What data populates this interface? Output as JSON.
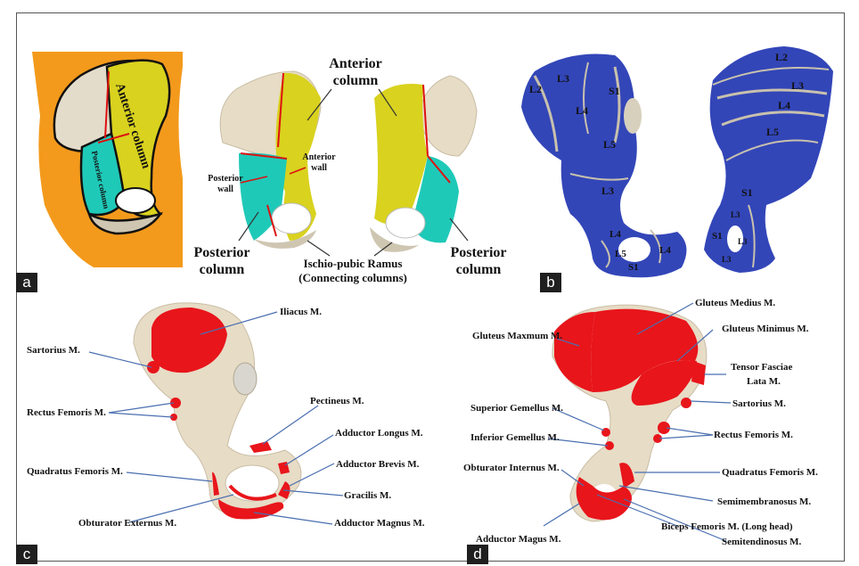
{
  "panels": {
    "a": {
      "tag": "a",
      "anterior_column": "Anterior column",
      "anterior_column_line1": "Anterior",
      "anterior_column_line2": "column",
      "posterior_column_small": "Posterior column",
      "posterior_wall": "Posterior",
      "posterior_wall2": "wall",
      "anterior_wall": "Anterior",
      "anterior_wall2": "wall",
      "posterior_column_left_1": "Posterior",
      "posterior_column_left_2": "column",
      "posterior_column_right_1": "Posterior",
      "posterior_column_right_2": "column",
      "ramus_1": "Ischio-pubic Ramus",
      "ramus_2": "(Connecting columns)"
    },
    "b": {
      "tag": "b",
      "left": [
        "L2",
        "L3",
        "S1",
        "L4",
        "L5",
        "L3",
        "L4",
        "L5",
        "L4",
        "S1"
      ],
      "right": [
        "L2",
        "L3",
        "L4",
        "L5",
        "S1",
        "L3",
        "S1",
        "L3",
        "L3"
      ]
    },
    "c": {
      "tag": "c",
      "iliacus": "Iliacus M.",
      "sartorius": "Sartorius M.",
      "rectus_femoris": "Rectus Femoris M.",
      "pectineus": "Pectineus M.",
      "adductor_longus": "Adductor Longus M.",
      "adductor_brevis": "Adductor Brevis M.",
      "quadratus_femoris": "Quadratus Femoris M.",
      "gracilis": "Gracilis M.",
      "obturator_externus": "Obturator Externus M.",
      "adductor_magnus": "Adductor Magnus M."
    },
    "d": {
      "tag": "d",
      "gluteus_medius": "Gluteus Medius M.",
      "gluteus_maximus": "Gluteus Maxmum M.",
      "gluteus_minimus": "Gluteus Minimus M.",
      "tensor_1": "Tensor Fasciae",
      "tensor_2": "Lata M.",
      "sartorius": "Sartorius M.",
      "superior_gemellus": "Superior Gemellus M.",
      "inferior_gemellus": "Inferior Gemellus M.",
      "rectus_femoris": "Rectus Femoris M.",
      "obturator_internus": "Obturator Internus M.",
      "quadratus_femoris": "Quadratus Femoris M.",
      "semimembranosus": "Semimembranosus  M.",
      "biceps_femoris": "Biceps Femoris M. (Long head)",
      "adductor_magus": "Adductor Magus M.",
      "semitendinosus": "Semitendinosus  M."
    }
  },
  "colors": {
    "bone": "#e7dcc6",
    "bone_shade": "#c9bda4",
    "anterior": "#d9d21e",
    "posterior": "#1fc9b8",
    "orange_bg": "#f39a1c",
    "segment_blue": "#3346b8",
    "muscle_red": "#e8151b",
    "leader_line": "#4a6fb0"
  }
}
